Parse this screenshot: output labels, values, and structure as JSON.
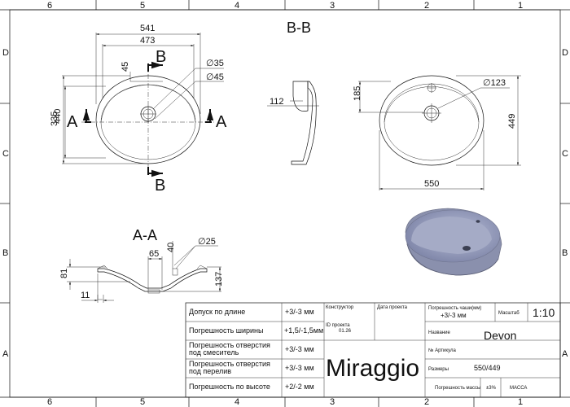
{
  "frame": {
    "cols_top": [
      "6",
      "5",
      "4",
      "3",
      "2",
      "1"
    ],
    "cols_bottom": [
      "6",
      "5",
      "4",
      "3",
      "2",
      "1"
    ],
    "rows_left": [
      "D",
      "C",
      "B",
      "A"
    ],
    "rows_right": [
      "D",
      "C",
      "B",
      "A"
    ]
  },
  "top_view": {
    "dim_541": "541",
    "dim_473": "473",
    "dim_45": "45",
    "dim_440": "440",
    "dim_335": "335",
    "dia_35": "∅35",
    "dia_45": "∅45",
    "cut_b_top": "B",
    "cut_b_bottom": "B",
    "cut_a_left": "A",
    "cut_a_right": "A"
  },
  "section_bb": {
    "title": "B-B",
    "dim_112": "112"
  },
  "right_view": {
    "dim_185": "185",
    "dim_449": "449",
    "dim_550": "550",
    "dia_123": "∅123"
  },
  "section_aa": {
    "title": "A-A",
    "dim_65": "65",
    "dim_40": "40",
    "dia_25": "∅25",
    "dim_81": "81",
    "dim_137": "137",
    "dim_11": "11"
  },
  "title_block": {
    "rows": [
      {
        "label": "Допуск по длине",
        "value": "+3/-3 мм"
      },
      {
        "label": "Погрешность ширины",
        "value": "+1,5/-1,5мм"
      },
      {
        "label": "Погрешность отверстия под смеситель",
        "value": "+3/-3 мм"
      },
      {
        "label": "Погрешность отверстия под перелив",
        "value": "+3/-3 мм"
      },
      {
        "label": "Погрешность по высоте",
        "value": "+2/-2 мм"
      }
    ],
    "row3_line1": "Погрешность отверстия",
    "row3_line2": "под смеситель",
    "row4_line1": "Погрешность отверстия",
    "row4_line2": "под перелив",
    "constructor_label": "Конструктор",
    "project_date_label": "Дата проекта",
    "project_id_label": "ID проекта",
    "project_id_value": "01.26",
    "bowl_tol_label": "Погрешность чаши(мм)",
    "bowl_tol_value": "+3/-3 мм",
    "scale_label": "Масштаб",
    "scale_value": "1:10",
    "name_label": "Название",
    "name_value": "Devon",
    "article_label": "№ Артикула",
    "size_label": "Размеры",
    "size_value": "550/449",
    "brand": "Miraggio",
    "mass_tol_label": "Погрешность массы",
    "mass_tol_value": "±3%",
    "mass_label": "МАССА"
  }
}
